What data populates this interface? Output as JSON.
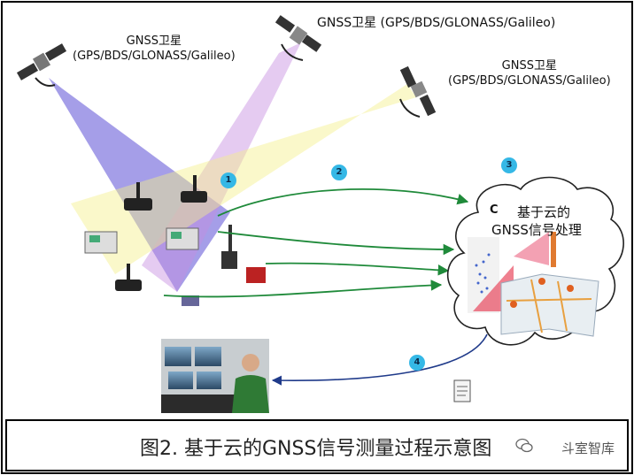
{
  "satellites": [
    {
      "title": "GNSS卫星",
      "systems": "(GPS/BDS/GLONASS/Galileo)"
    },
    {
      "title": "GNSS卫星 (GPS/BDS/GLONASS/Galileo)",
      "systems": ""
    },
    {
      "title": "GNSS卫星",
      "systems": "(GPS/BDS/GLONASS/Galileo)"
    }
  ],
  "steps": [
    "1",
    "2",
    "3",
    "4"
  ],
  "cloud": {
    "line1": "基于云的",
    "line2": "GNSS信号处理",
    "c_letter": "C"
  },
  "caption": "图2. 基于云的GNSS信号测量过程示意图",
  "brand": "斗室智库",
  "colors": {
    "beam_blue": "#5b4fd6",
    "beam_purple": "#b05ad0",
    "beam_yellow": "#f4f08a",
    "arrow_green": "#1f8a3a",
    "arrow_blue": "#1f3a8a",
    "badge": "#35b8e6"
  }
}
